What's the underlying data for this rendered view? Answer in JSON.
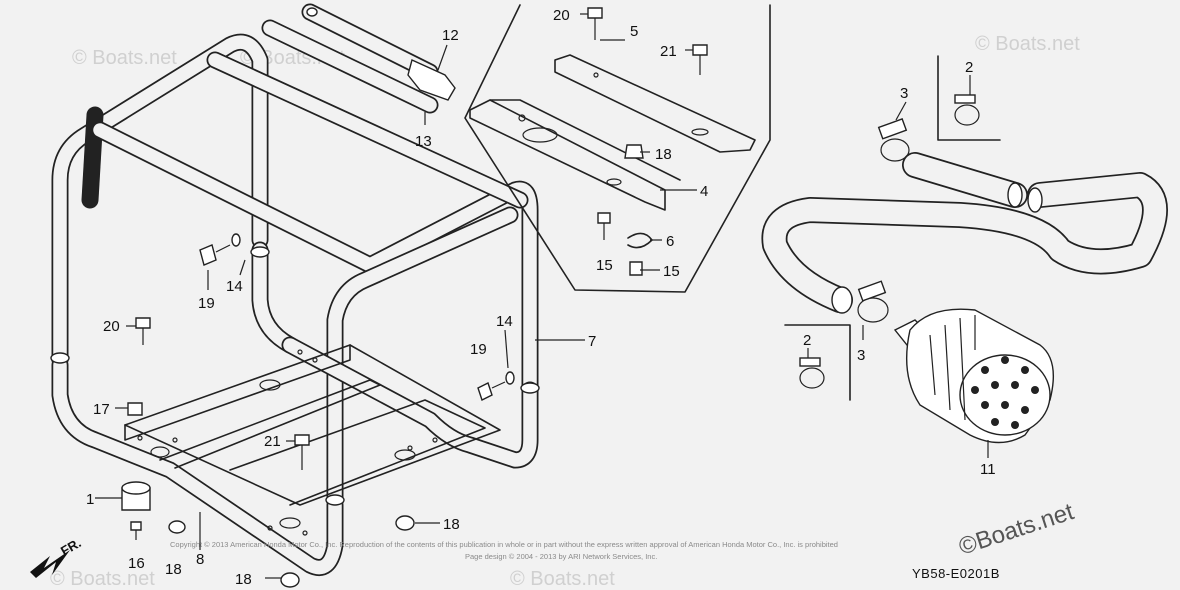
{
  "diagram": {
    "part_labels": [
      {
        "id": "p1",
        "text": "1"
      },
      {
        "id": "p2a",
        "text": "2"
      },
      {
        "id": "p2b",
        "text": "2"
      },
      {
        "id": "p3a",
        "text": "3"
      },
      {
        "id": "p3b",
        "text": "3"
      },
      {
        "id": "p4",
        "text": "4"
      },
      {
        "id": "p5",
        "text": "5"
      },
      {
        "id": "p6",
        "text": "6"
      },
      {
        "id": "p7",
        "text": "7"
      },
      {
        "id": "p8",
        "text": "8"
      },
      {
        "id": "p11",
        "text": "11"
      },
      {
        "id": "p12",
        "text": "12"
      },
      {
        "id": "p13",
        "text": "13"
      },
      {
        "id": "p14a",
        "text": "14"
      },
      {
        "id": "p14b",
        "text": "14"
      },
      {
        "id": "p15a",
        "text": "15"
      },
      {
        "id": "p15b",
        "text": "15"
      },
      {
        "id": "p16",
        "text": "16"
      },
      {
        "id": "p17",
        "text": "17"
      },
      {
        "id": "p18a",
        "text": "18"
      },
      {
        "id": "p18b",
        "text": "18"
      },
      {
        "id": "p18c",
        "text": "18"
      },
      {
        "id": "p18d",
        "text": "18"
      },
      {
        "id": "p19a",
        "text": "19"
      },
      {
        "id": "p19b",
        "text": "19"
      },
      {
        "id": "p20a",
        "text": "20"
      },
      {
        "id": "p20b",
        "text": "20"
      },
      {
        "id": "p21a",
        "text": "21"
      },
      {
        "id": "p21b",
        "text": "21"
      }
    ],
    "direction_label": "FR.",
    "diagram_code": "YB58-E0201B",
    "watermark_text": "© Boats.net",
    "watermark_big": "©Boats.net",
    "copyright_line1": "Copyright © 2013 American Honda Motor Co., Inc. Reproduction of the contents of this publication in whole or in part without the express written approval of American Honda Motor Co., Inc. is prohibited",
    "copyright_line2": "Page design © 2004 - 2013 by ARI Network Services, Inc."
  }
}
